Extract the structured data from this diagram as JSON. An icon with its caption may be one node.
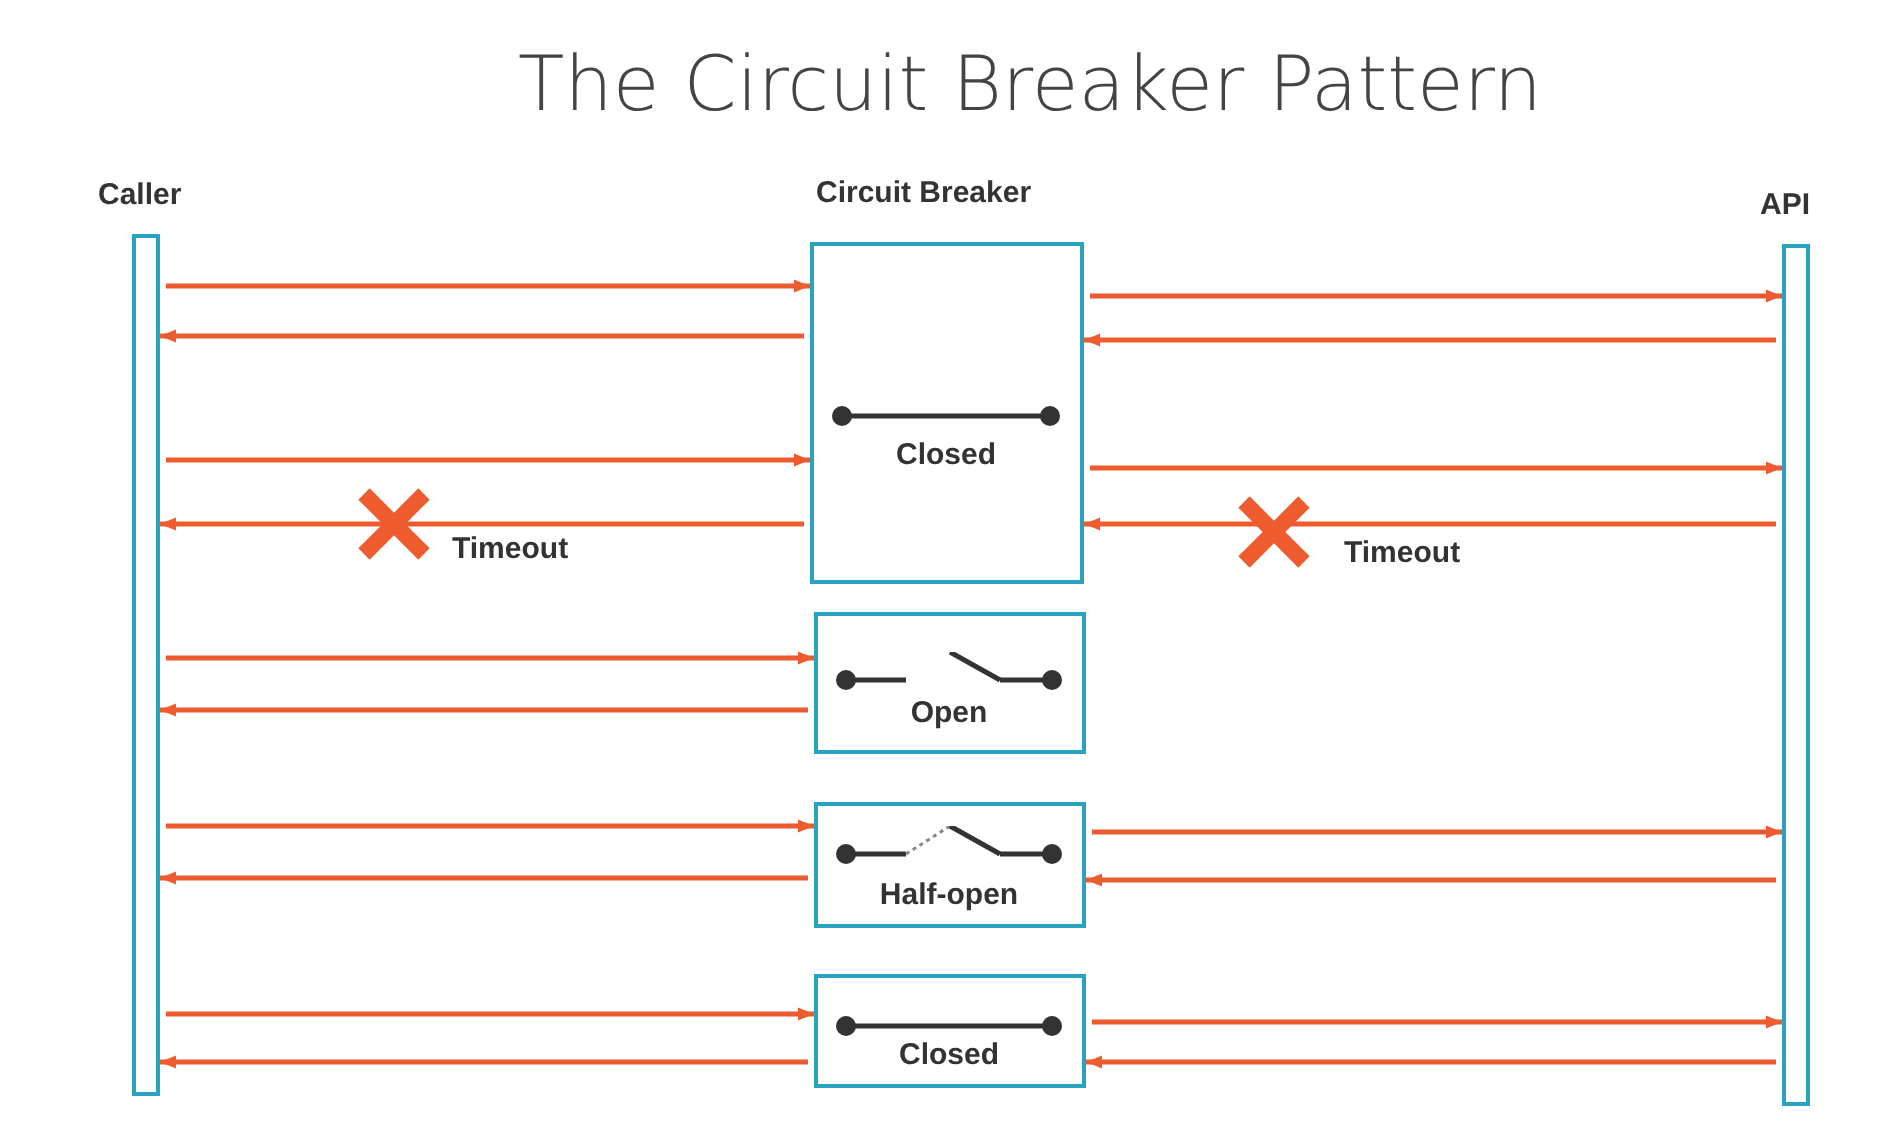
{
  "diagram": {
    "title": "The Circuit Breaker Pattern",
    "nodes": [
      {
        "text": [
          "Caller"
        ]
      },
      {
        "text": [
          "API"
        ]
      },
      {
        "text": [
          "Closed"
        ]
      },
      {
        "text": [
          "Open"
        ]
      },
      {
        "text": [
          "Half-open"
        ]
      },
      {
        "text": [
          "Closed"
        ]
      }
    ],
    "edges": [
      {
        "from": 0,
        "to": 2,
        "arrow": "to"
      },
      {
        "from": 2,
        "to": 0,
        "arrow": "to"
      },
      {
        "from": 2,
        "to": 1,
        "arrow": "to"
      },
      {
        "from": 1,
        "to": 2,
        "arrow": "to"
      },
      {
        "from": 0,
        "to": 2,
        "arrow": "to"
      },
      {
        "from": 2,
        "to": 0,
        "arrow": "to",
        "label": "Timeout"
      },
      {
        "from": 2,
        "to": 1,
        "arrow": "to"
      },
      {
        "from": 1,
        "to": 2,
        "arrow": "to",
        "label": "Timeout"
      },
      {
        "from": 0,
        "to": 3,
        "arrow": "to"
      },
      {
        "from": 3,
        "to": 0,
        "arrow": "to"
      },
      {
        "from": 0,
        "to": 4,
        "arrow": "to"
      },
      {
        "from": 4,
        "to": 0,
        "arrow": "to"
      },
      {
        "from": 4,
        "to": 1,
        "arrow": "to"
      },
      {
        "from": 1,
        "to": 4,
        "arrow": "to"
      },
      {
        "from": 0,
        "to": 5,
        "arrow": "to"
      },
      {
        "from": 5,
        "to": 0,
        "arrow": "to"
      },
      {
        "from": 5,
        "to": 1,
        "arrow": "to"
      },
      {
        "from": 1,
        "to": 5,
        "arrow": "to"
      }
    ],
    "labels": [
      "Circuit Breaker"
    ]
  }
}
